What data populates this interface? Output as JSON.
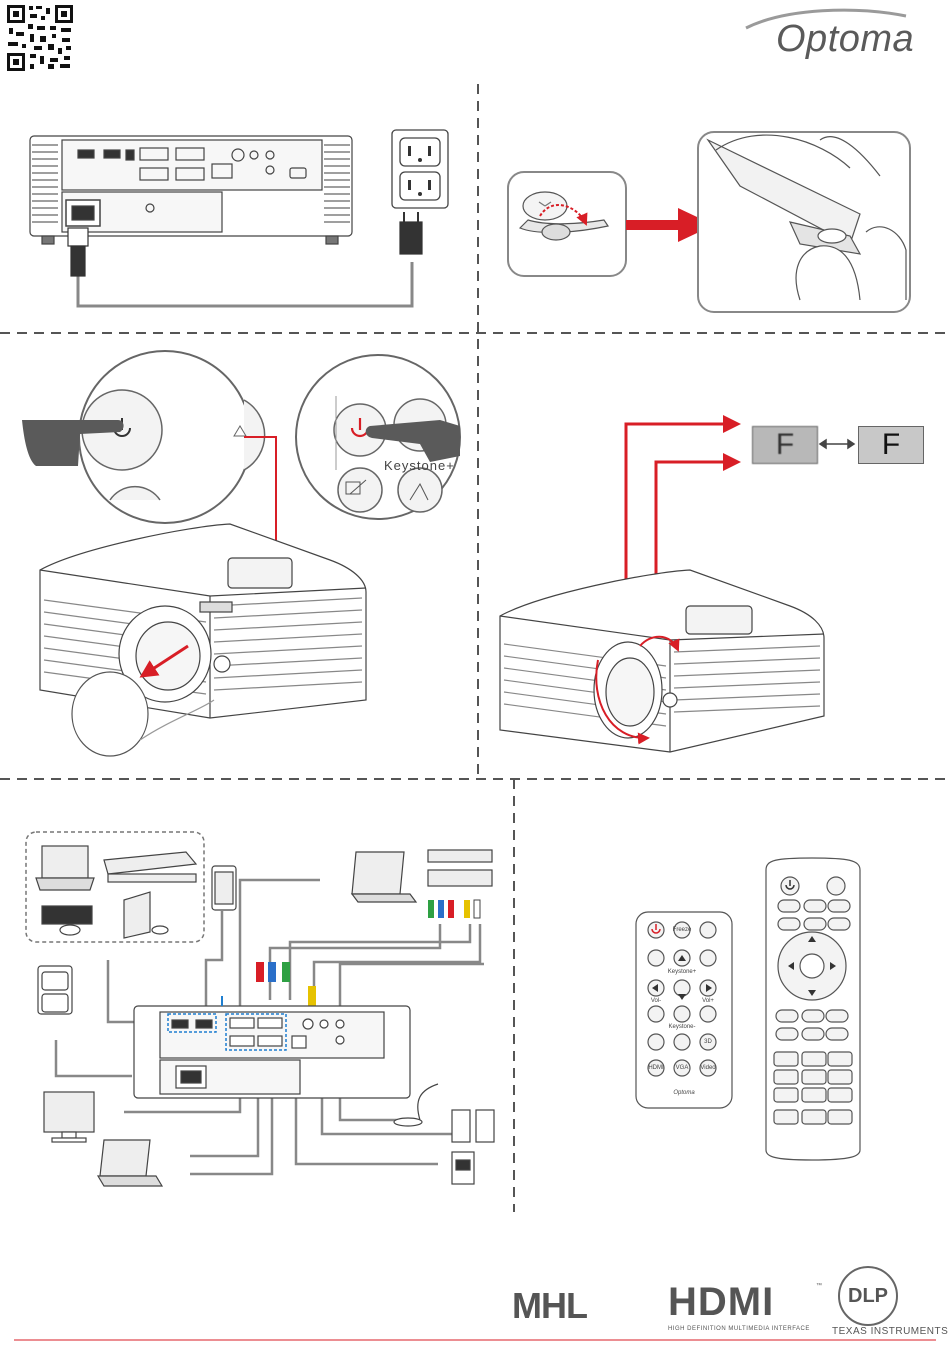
{
  "brand": {
    "name": "Optoma"
  },
  "focus": {
    "blurred_letter": "F",
    "sharp_letter": "F"
  },
  "remote_zoom": {
    "keystone_label": "Keystone+"
  },
  "small_remote": {
    "buttons": [
      "Freeze",
      "Keystone+",
      "Vol-",
      "Vol+",
      "Keystone-",
      "3D",
      "HDMI",
      "VGA",
      "Video"
    ],
    "brand": "Optoma"
  },
  "logos": {
    "mhl": "MHL",
    "hdmi": "HDMI",
    "hdmi_sub": "HIGH DEFINITION MULTIMEDIA INTERFACE",
    "hdmi_tm": "™",
    "dlp": "DLP",
    "ti": "TEXAS INSTRUMENTS"
  },
  "colors": {
    "accent_red": "#d81e26",
    "line_gray": "#9a9a9a",
    "dash": "#555555",
    "blue": "#1f7fd0"
  }
}
